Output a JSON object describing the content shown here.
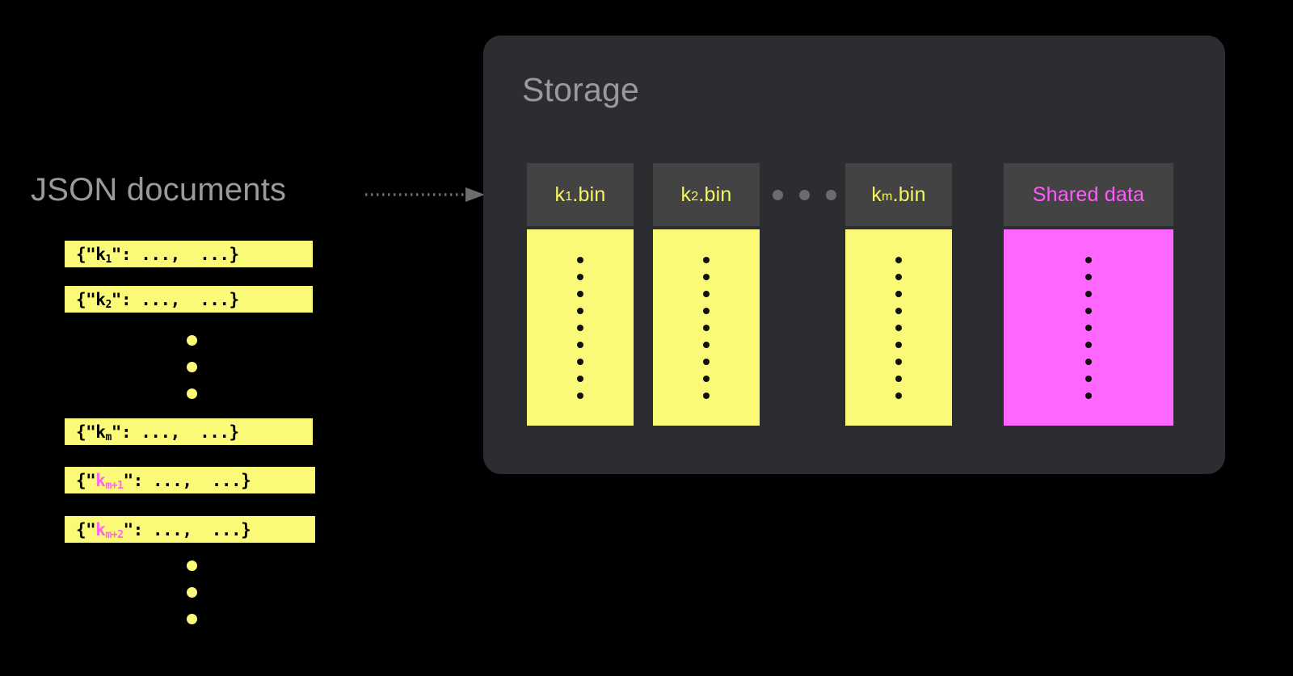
{
  "diagram": {
    "background_color": "#000000",
    "accent_yellow": "#FAFA78",
    "accent_magenta": "#FF66FF",
    "panel_color": "#2b2d31",
    "header_color": "#434343",
    "muted_text_color": "#9a9a9a"
  },
  "left": {
    "title": "JSON documents",
    "documents": [
      {
        "prefix": "{\"",
        "key": "k",
        "sub": "1",
        "suffix": "\": ...,  ...}",
        "key_highlighted": false
      },
      {
        "prefix": "{\"",
        "key": "k",
        "sub": "2",
        "suffix": "\": ...,  ...}",
        "key_highlighted": false
      },
      {
        "prefix": "{\"",
        "key": "k",
        "sub": "m",
        "suffix": "\": ...,  ...}",
        "key_highlighted": false
      },
      {
        "prefix": "{\"",
        "key": "k",
        "sub": "m+1",
        "suffix": "\": ...,  ...}",
        "key_highlighted": true
      },
      {
        "prefix": "{\"",
        "key": "k",
        "sub": "m+2",
        "suffix": "\": ...,  ...}",
        "key_highlighted": true
      }
    ],
    "ellipsis_dot_count": 3
  },
  "connector": {
    "style": "dotted-arrow",
    "color": "#6b6b70",
    "direction": "right"
  },
  "storage": {
    "title": "Storage",
    "bins": [
      {
        "name": "k",
        "sub": "1",
        "ext": ".bin",
        "body_color": "#FAFA78",
        "row_count": 9
      },
      {
        "name": "k",
        "sub": "2",
        "ext": ".bin",
        "body_color": "#FAFA78",
        "row_count": 9
      },
      {
        "name": "k",
        "sub": "m",
        "ext": ".bin",
        "body_color": "#FAFA78",
        "row_count": 9
      }
    ],
    "ellipsis_dot_count": 3,
    "shared": {
      "label": "Shared data",
      "body_color": "#FF66FF",
      "row_count": 9
    }
  }
}
